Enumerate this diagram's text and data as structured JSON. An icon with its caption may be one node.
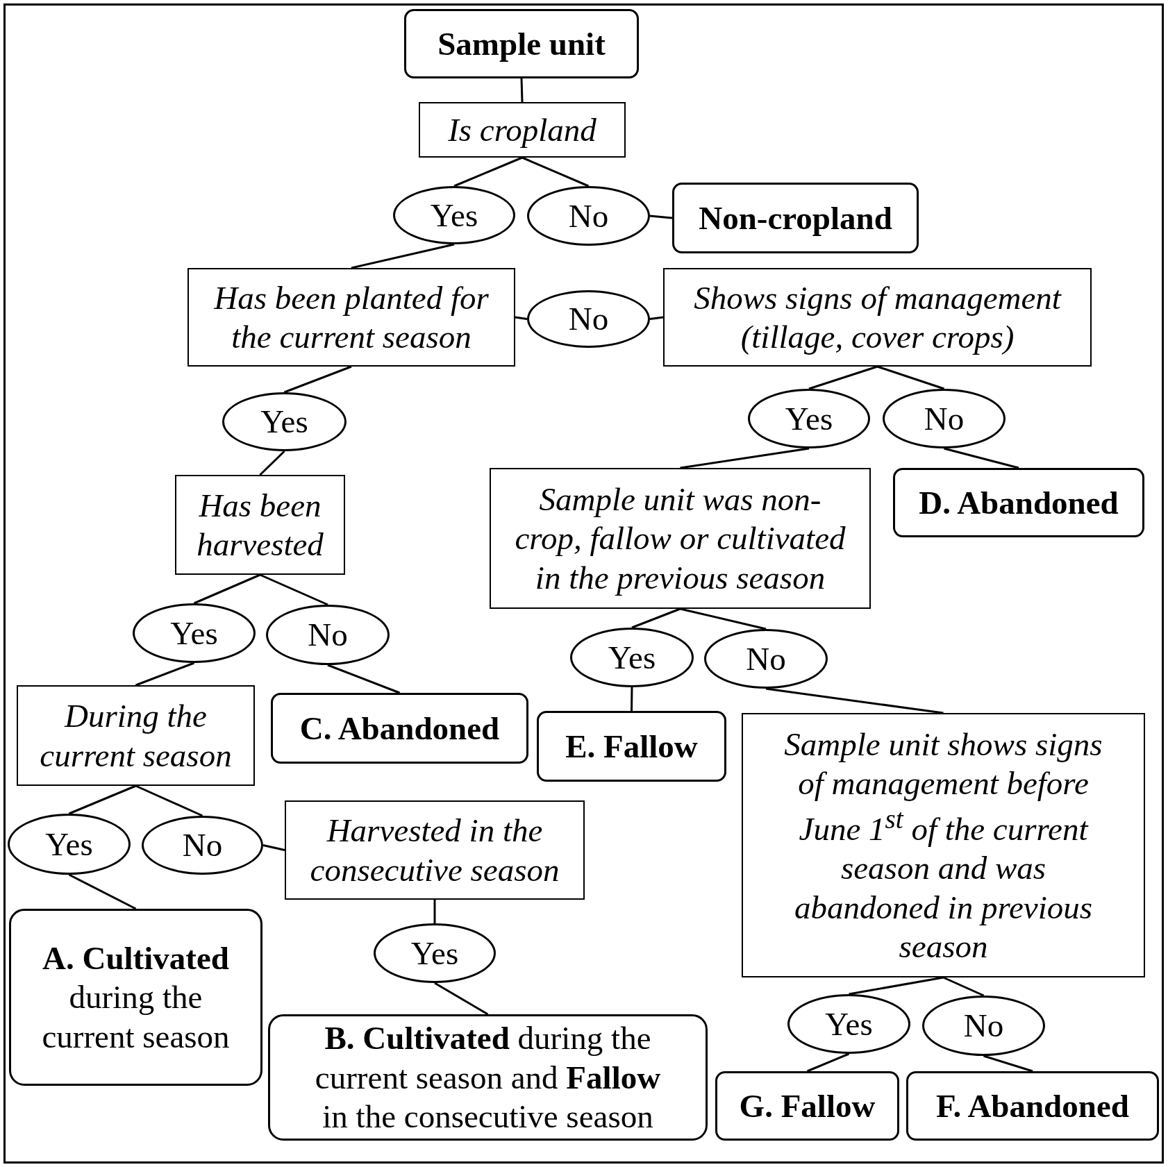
{
  "diagram": {
    "nodes": [
      {
        "text": [
          "Sample unit"
        ]
      },
      {
        "text": [
          "Is cropland"
        ]
      },
      {
        "text": [
          "Yes"
        ]
      },
      {
        "text": [
          "No"
        ]
      },
      {
        "text": [
          "Non-cropland"
        ]
      },
      {
        "text": [
          "Has been planted for the current season"
        ]
      },
      {
        "text": [
          "No"
        ]
      },
      {
        "text": [
          "Shows signs of management (tillage, cover crops)"
        ]
      },
      {
        "text": [
          "Yes"
        ]
      },
      {
        "text": [
          "Yes"
        ]
      },
      {
        "text": [
          "No"
        ]
      },
      {
        "text": [
          "Has been harvested"
        ]
      },
      {
        "text": [
          "Sample unit was non-crop, fallow or cultivated in the previous season"
        ]
      },
      {
        "text": [
          "D. Abandoned"
        ]
      },
      {
        "text": [
          "Yes"
        ]
      },
      {
        "text": [
          "No"
        ]
      },
      {
        "text": [
          "Yes"
        ]
      },
      {
        "text": [
          "No"
        ]
      },
      {
        "text": [
          "During the current season"
        ]
      },
      {
        "text": [
          "C. Abandoned"
        ]
      },
      {
        "text": [
          "E. Fallow"
        ]
      },
      {
        "text": [
          "Sample unit shows signs of management before June 1$^{st}$ of the current season and was abandoned in previous season"
        ]
      },
      {
        "text": [
          "Yes"
        ]
      },
      {
        "text": [
          "No"
        ]
      },
      {
        "text": [
          "Harvested in the consecutive season"
        ]
      },
      {
        "text": [
          "**A. Cultivated** during the current season"
        ]
      },
      {
        "text": [
          "Yes"
        ]
      },
      {
        "text": [
          "**B. Cultivated** during the current season and **Fallow** in the consecutive season"
        ]
      },
      {
        "text": [
          "Yes"
        ]
      },
      {
        "text": [
          "No"
        ]
      },
      {
        "text": [
          "G. Fallow"
        ]
      },
      {
        "text": [
          "F. Abandoned"
        ]
      }
    ],
    "edges": [
      {
        "from": 0,
        "to": 1,
        "arrow": "none"
      },
      {
        "from": 1,
        "to": 2,
        "arrow": "none"
      },
      {
        "from": 1,
        "to": 3,
        "arrow": "none"
      },
      {
        "from": 3,
        "to": 4,
        "arrow": "none"
      },
      {
        "from": 2,
        "to": 5,
        "arrow": "none"
      },
      {
        "from": 5,
        "to": 6,
        "arrow": "none"
      },
      {
        "from": 6,
        "to": 7,
        "arrow": "none"
      },
      {
        "from": 5,
        "to": 8,
        "arrow": "none"
      },
      {
        "from": 7,
        "to": 9,
        "arrow": "none"
      },
      {
        "from": 7,
        "to": 10,
        "arrow": "none"
      },
      {
        "from": 8,
        "to": 11,
        "arrow": "none"
      },
      {
        "from": 9,
        "to": 12,
        "arrow": "none"
      },
      {
        "from": 10,
        "to": 13,
        "arrow": "none"
      },
      {
        "from": 11,
        "to": 14,
        "arrow": "none"
      },
      {
        "from": 11,
        "to": 15,
        "arrow": "none"
      },
      {
        "from": 14,
        "to": 18,
        "arrow": "none"
      },
      {
        "from": 15,
        "to": 19,
        "arrow": "none"
      },
      {
        "from": 12,
        "to": 16,
        "arrow": "none"
      },
      {
        "from": 12,
        "to": 17,
        "arrow": "none"
      },
      {
        "from": 16,
        "to": 20,
        "arrow": "none"
      },
      {
        "from": 17,
        "to": 21,
        "arrow": "none"
      },
      {
        "from": 18,
        "to": 22,
        "arrow": "none"
      },
      {
        "from": 18,
        "to": 23,
        "arrow": "none"
      },
      {
        "from": 22,
        "to": 25,
        "arrow": "none"
      },
      {
        "from": 23,
        "to": 24,
        "arrow": "none"
      },
      {
        "from": 24,
        "to": 26,
        "arrow": "none"
      },
      {
        "from": 26,
        "to": 27,
        "arrow": "none"
      },
      {
        "from": 21,
        "to": 28,
        "arrow": "none"
      },
      {
        "from": 21,
        "to": 29,
        "arrow": "none"
      },
      {
        "from": 28,
        "to": 30,
        "arrow": "none"
      },
      {
        "from": 29,
        "to": 31,
        "arrow": "none"
      }
    ]
  }
}
